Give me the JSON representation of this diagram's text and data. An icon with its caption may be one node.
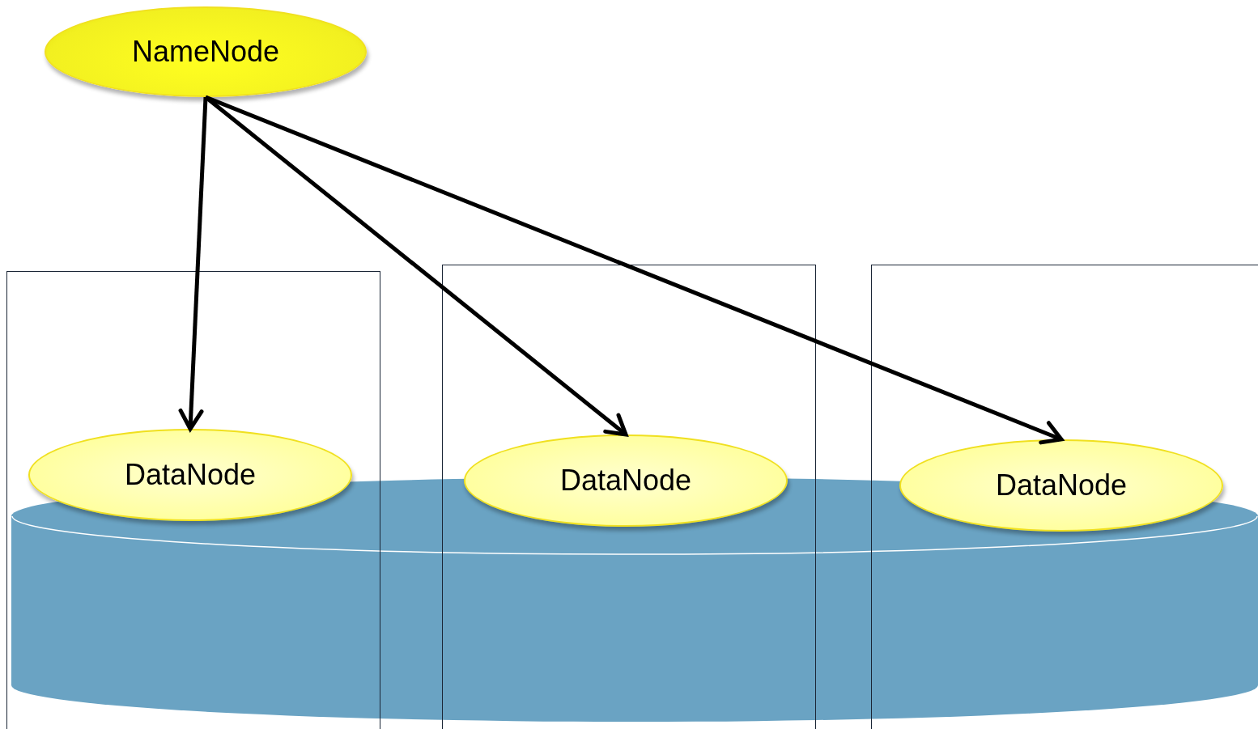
{
  "diagram": {
    "nodes": [
      {
        "text": [
          "NameNode"
        ]
      },
      {
        "text": [],
        "shape": "cylinder"
      },
      {
        "text": [
          "DataNode"
        ]
      },
      {
        "text": [
          "DataNode"
        ]
      },
      {
        "text": [
          "DataNode"
        ]
      }
    ],
    "edges": [
      {
        "from": 0,
        "to": 2,
        "arrow": "to"
      },
      {
        "from": 0,
        "to": 3,
        "arrow": "to"
      },
      {
        "from": 0,
        "to": 4,
        "arrow": "to"
      }
    ]
  }
}
